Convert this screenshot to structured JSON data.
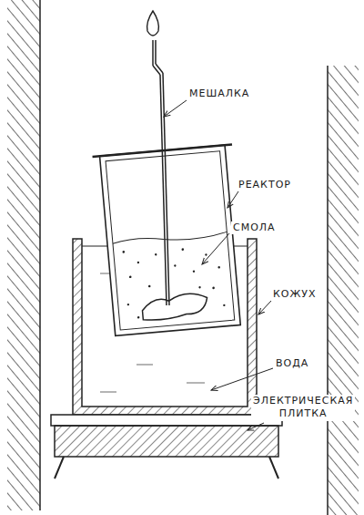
{
  "diagram": {
    "labels": [
      "МЕШАЛКА",
      "РЕАКТОР",
      "СМОЛА",
      "КОЖУХ",
      "ВОДА",
      "ЭЛЕКТРИЧЕСКАЯ ПЛИТКА"
    ]
  }
}
